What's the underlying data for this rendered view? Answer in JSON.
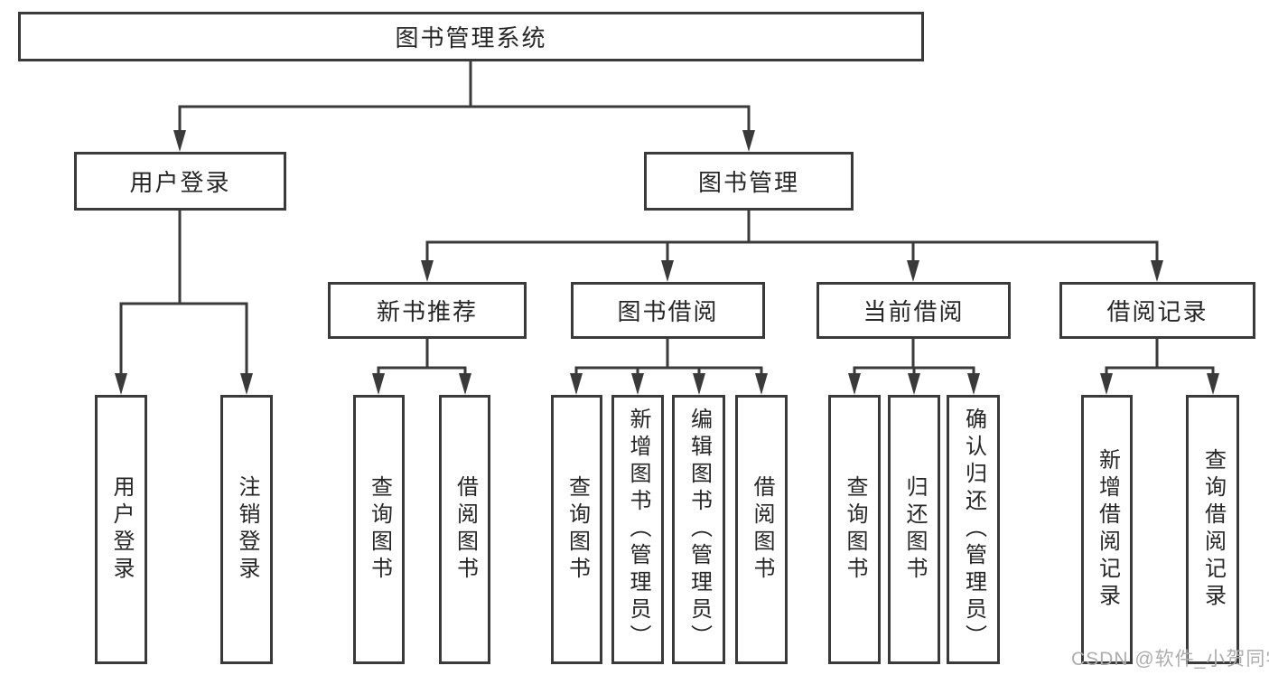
{
  "diagram": {
    "type": "tree",
    "tree": {
      "label": "图书管理系统",
      "children": [
        {
          "label": "用户登录",
          "children": [
            {
              "label": "用户登录"
            },
            {
              "label": "注销登录"
            }
          ]
        },
        {
          "label": "图书管理",
          "children": [
            {
              "label": "新书推荐",
              "children": [
                {
                  "label": "查询图书"
                },
                {
                  "label": "借阅图书"
                }
              ]
            },
            {
              "label": "图书借阅",
              "children": [
                {
                  "label": "查询图书"
                },
                {
                  "label": "新增图书（管理员）"
                },
                {
                  "label": "编辑图书（管理员）"
                },
                {
                  "label": "借阅图书"
                }
              ]
            },
            {
              "label": "当前借阅",
              "children": [
                {
                  "label": "查询图书"
                },
                {
                  "label": "归还图书"
                },
                {
                  "label": "确认归还（管理员）"
                }
              ]
            },
            {
              "label": "借阅记录",
              "children": [
                {
                  "label": "新增借阅记录"
                },
                {
                  "label": "查询借阅记录"
                }
              ]
            }
          ]
        }
      ]
    },
    "watermark": "CSDN @软件_小贺同学",
    "colors": {
      "line": "#3a3a3a",
      "text": "#262626",
      "box_background": "#ffffff",
      "watermark": "#adadad"
    }
  }
}
